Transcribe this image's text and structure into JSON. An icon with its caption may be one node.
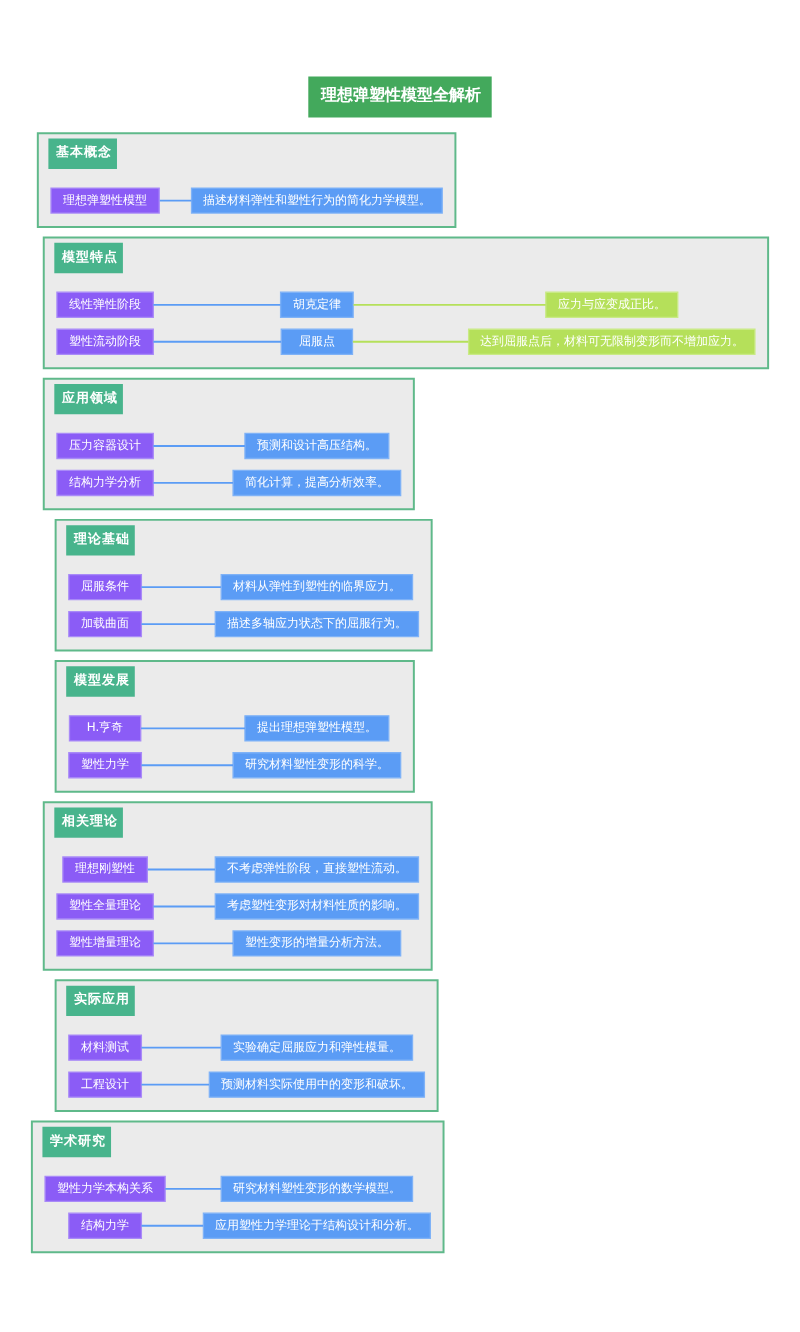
{
  "diagram": {
    "title": "理想弹塑性模型全解析",
    "nodes": [
      {
        "text": [
          "基本概念"
        ]
      },
      {
        "text": [
          "理想弹塑性模型"
        ],
        "in": 0
      },
      {
        "text": [
          "描述材料弹性和塑性行为的简化力学模型。"
        ],
        "in": 0
      },
      {
        "text": [
          "模型特点"
        ]
      },
      {
        "text": [
          "线性弹性阶段"
        ],
        "in": 3
      },
      {
        "text": [
          "胡克定律"
        ],
        "in": 3
      },
      {
        "text": [
          "应力与应变成正比。"
        ],
        "in": 3
      },
      {
        "text": [
          "塑性流动阶段"
        ],
        "in": 3
      },
      {
        "text": [
          "屈服点"
        ],
        "in": 3
      },
      {
        "text": [
          "达到屈服点后，材料可无限制变形而不增加应力。"
        ],
        "in": 3
      },
      {
        "text": [
          "应用领域"
        ]
      },
      {
        "text": [
          "压力容器设计"
        ],
        "in": 10
      },
      {
        "text": [
          "预测和设计高压结构。"
        ],
        "in": 10
      },
      {
        "text": [
          "结构力学分析"
        ],
        "in": 10
      },
      {
        "text": [
          "简化计算，提高分析效率。"
        ],
        "in": 10
      },
      {
        "text": [
          "理论基础"
        ]
      },
      {
        "text": [
          "屈服条件"
        ],
        "in": 15
      },
      {
        "text": [
          "材料从弹性到塑性的临界应力。"
        ],
        "in": 15
      },
      {
        "text": [
          "加载曲面"
        ],
        "in": 15
      },
      {
        "text": [
          "描述多轴应力状态下的屈服行为。"
        ],
        "in": 15
      },
      {
        "text": [
          "模型发展"
        ]
      },
      {
        "text": [
          "H.亨奇"
        ],
        "in": 20
      },
      {
        "text": [
          "提出理想弹塑性模型。"
        ],
        "in": 20
      },
      {
        "text": [
          "塑性力学"
        ],
        "in": 20
      },
      {
        "text": [
          "研究材料塑性变形的科学。"
        ],
        "in": 20
      },
      {
        "text": [
          "相关理论"
        ]
      },
      {
        "text": [
          "理想刚塑性"
        ],
        "in": 25
      },
      {
        "text": [
          "不考虑弹性阶段，直接塑性流动。"
        ],
        "in": 25
      },
      {
        "text": [
          "塑性全量理论"
        ],
        "in": 25
      },
      {
        "text": [
          "考虑塑性变形对材料性质的影响。"
        ],
        "in": 25
      },
      {
        "text": [
          "塑性增量理论"
        ],
        "in": 25
      },
      {
        "text": [
          "塑性变形的增量分析方法。"
        ],
        "in": 25
      },
      {
        "text": [
          "实际应用"
        ]
      },
      {
        "text": [
          "材料测试"
        ],
        "in": 32
      },
      {
        "text": [
          "实验确定屈服应力和弹性模量。"
        ],
        "in": 32
      },
      {
        "text": [
          "工程设计"
        ],
        "in": 32
      },
      {
        "text": [
          "预测材料实际使用中的变形和破坏。"
        ],
        "in": 32
      },
      {
        "text": [
          "学术研究"
        ]
      },
      {
        "text": [
          "塑性力学本构关系"
        ],
        "in": 37
      },
      {
        "text": [
          "研究材料塑性变形的数学模型。"
        ],
        "in": 37
      },
      {
        "text": [
          "结构力学"
        ],
        "in": 37
      },
      {
        "text": [
          "应用塑性力学理论于结构设计和分析。"
        ],
        "in": 37
      }
    ],
    "edges": [
      {
        "from": 1,
        "to": 2,
        "arrow": "none"
      },
      {
        "from": 4,
        "to": 5,
        "arrow": "none"
      },
      {
        "from": 5,
        "to": 6,
        "arrow": "none",
        "color": "#b5e05a"
      },
      {
        "from": 7,
        "to": 8,
        "arrow": "none"
      },
      {
        "from": 8,
        "to": 9,
        "arrow": "none",
        "color": "#b5e05a"
      },
      {
        "from": 11,
        "to": 12,
        "arrow": "none"
      },
      {
        "from": 13,
        "to": 14,
        "arrow": "none"
      },
      {
        "from": 16,
        "to": 17,
        "arrow": "none"
      },
      {
        "from": 18,
        "to": 19,
        "arrow": "none"
      },
      {
        "from": 21,
        "to": 22,
        "arrow": "none"
      },
      {
        "from": 23,
        "to": 24,
        "arrow": "none"
      },
      {
        "from": 26,
        "to": 27,
        "arrow": "none"
      },
      {
        "from": 28,
        "to": 29,
        "arrow": "none"
      },
      {
        "from": 30,
        "to": 31,
        "arrow": "none"
      },
      {
        "from": 33,
        "to": 34,
        "arrow": "none"
      },
      {
        "from": 35,
        "to": 36,
        "arrow": "none"
      },
      {
        "from": 38,
        "to": 39,
        "arrow": "none"
      },
      {
        "from": 40,
        "to": 41,
        "arrow": "none"
      }
    ]
  }
}
